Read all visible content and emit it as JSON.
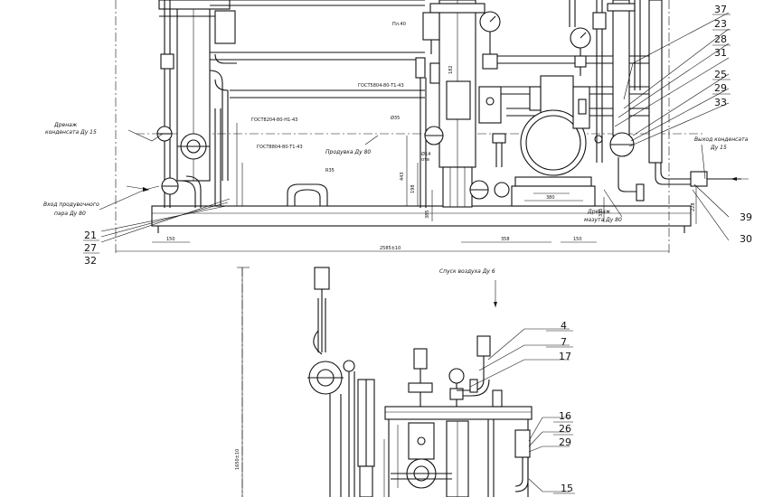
{
  "labels": {
    "drain_condensate": [
      "Дренаж",
      "конденсата Ду 15"
    ],
    "purge_steam_inlet": [
      "Вход продувочного",
      "пара Ду 80"
    ],
    "condensate_outlet": [
      "Выход конденсата",
      "Ду 15"
    ],
    "fuel_oil_drain": [
      "Дренаж",
      "мазута Ду 80"
    ],
    "purge": "Продувка Ду 80",
    "air_vent": "Спуск воздуха Ду 6",
    "gost_a": "ГОСТ5804-80-Т1-43",
    "gost_b": "ГОСТ8204-80-Н1-43",
    "gost_c": "ГОСТ8804-80-Т1-43",
    "r_label": "R35",
    "pl_label": "Пл.40",
    "dia_label": "Ø35",
    "dia14": [
      "Ø14",
      "отв"
    ]
  },
  "callouts": {
    "left_stack": [
      "21",
      "27",
      "32"
    ],
    "r1": [
      "37",
      "23",
      "28",
      "31"
    ],
    "r2": [
      "25",
      "29",
      "33"
    ],
    "r3": [
      "39",
      "30"
    ],
    "b1": [
      "4",
      "7",
      "17"
    ],
    "b2": [
      "16",
      "26",
      "29"
    ],
    "b3": [
      "15"
    ]
  },
  "dimensions": {
    "overall": "2585±10",
    "d150a": "150",
    "d358": "358",
    "d150b": "150",
    "d380": "380",
    "d443": "443",
    "d198": "198",
    "d385": "385",
    "d335": "335",
    "d182": "182",
    "d228": "228",
    "vert_total": "1650±10"
  }
}
